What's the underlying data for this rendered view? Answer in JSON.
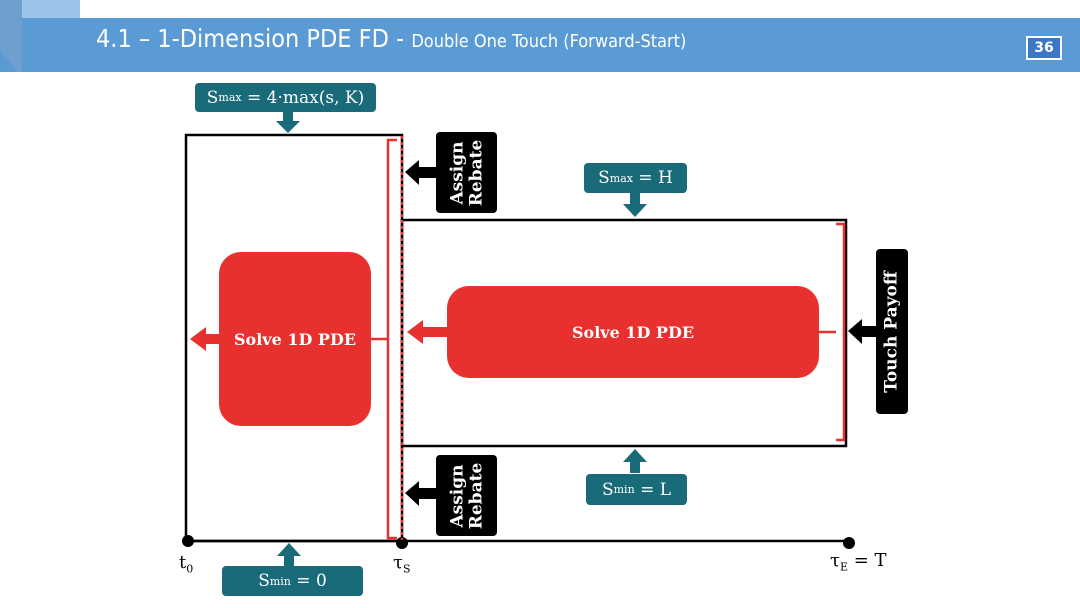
{
  "header": {
    "title_main": "4.1 – 1-Dimension PDE FD - ",
    "title_sub": "Double One Touch (Forward-Start)",
    "page_number": "36"
  },
  "colors": {
    "banner_blue": "#5b9bd5",
    "teal": "#1a6b79",
    "solve_red": "#e8302f",
    "boundary_red": "#e8302f"
  },
  "labels": {
    "smax_left": {
      "sym": "S",
      "sub": "max",
      "rhs": " = 4·max(s, K)"
    },
    "smin_left": {
      "sym": "S",
      "sub": "min",
      "rhs": " = 0"
    },
    "smax_right": {
      "sym": "S",
      "sub": "max",
      "rhs": " = H"
    },
    "smin_right": {
      "sym": "S",
      "sub": "min",
      "rhs": " = L"
    },
    "assign_rebate_line1": "Assign",
    "assign_rebate_line2": "Rebate",
    "touch_payoff": "Touch Payoff",
    "solve_pde": "Solve 1D PDE"
  },
  "axis": {
    "t0": {
      "sym": "t",
      "sub": "0",
      "rhs": ""
    },
    "tau_s": {
      "sym": "τ",
      "sub": "S",
      "rhs": ""
    },
    "tau_e": {
      "sym": "τ",
      "sub": "E",
      "rhs": " = T"
    }
  }
}
